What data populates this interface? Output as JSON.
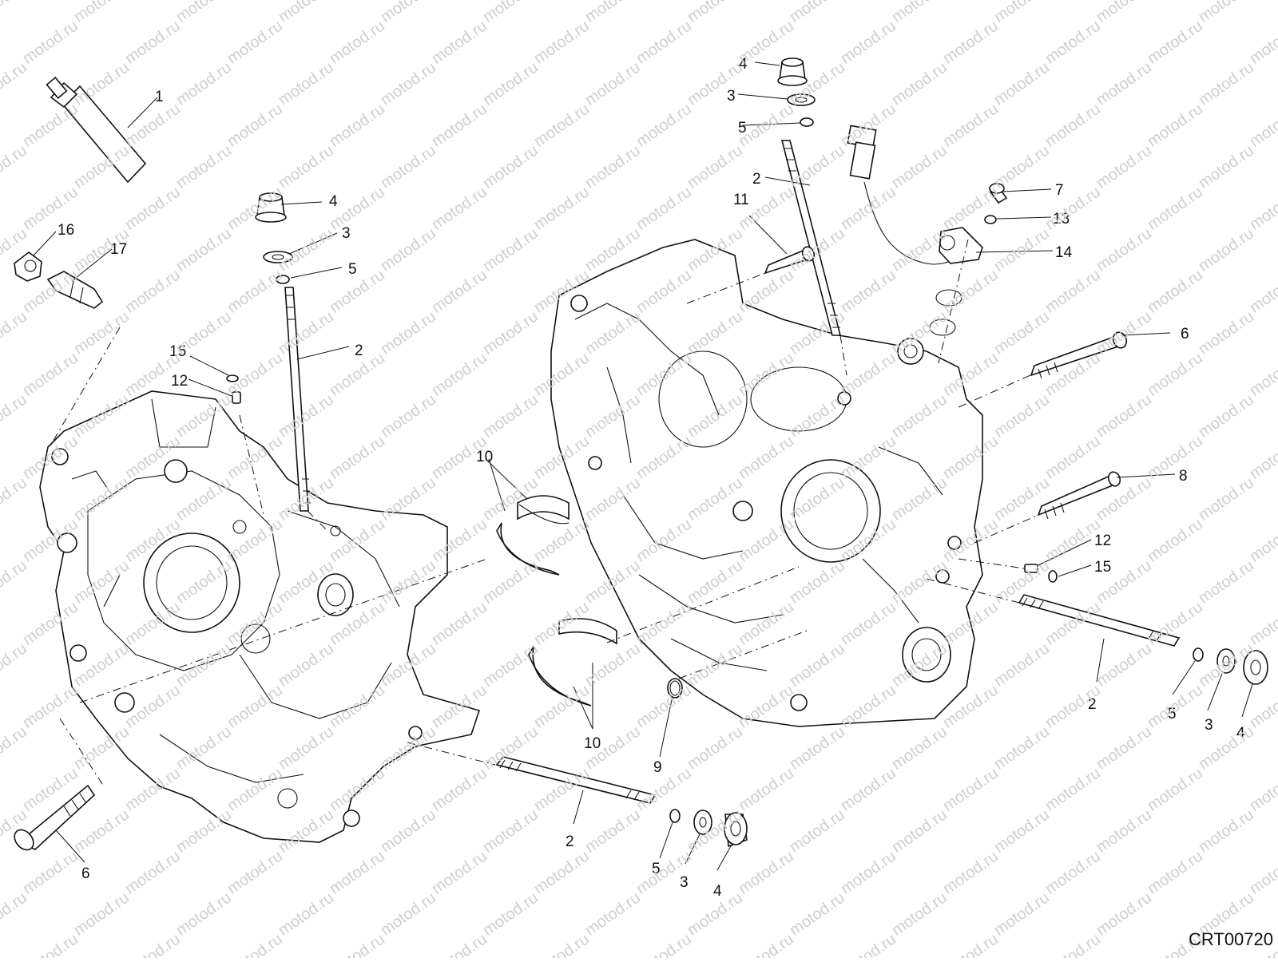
{
  "watermark": "motod.ru",
  "drawing_code": "CRT00720",
  "callouts": {
    "c1": "1",
    "c16": "16",
    "c17": "17",
    "c4a": "4",
    "c3a": "3",
    "c5a": "5",
    "c2a": "2",
    "c15a": "15",
    "c12a": "12",
    "c6a": "6",
    "c10a": "10",
    "c10b": "10",
    "c9": "9",
    "c2b": "2",
    "c5b": "5",
    "c3b": "3",
    "c4b": "4",
    "c4c": "4",
    "c3c": "3",
    "c5c": "5",
    "c2c": "2",
    "c11": "11",
    "c7": "7",
    "c13": "13",
    "c14": "14",
    "c6b": "6",
    "c8": "8",
    "c12b": "12",
    "c15b": "15",
    "c2d": "2",
    "c5d": "5",
    "c3d": "3",
    "c4d": "4"
  }
}
